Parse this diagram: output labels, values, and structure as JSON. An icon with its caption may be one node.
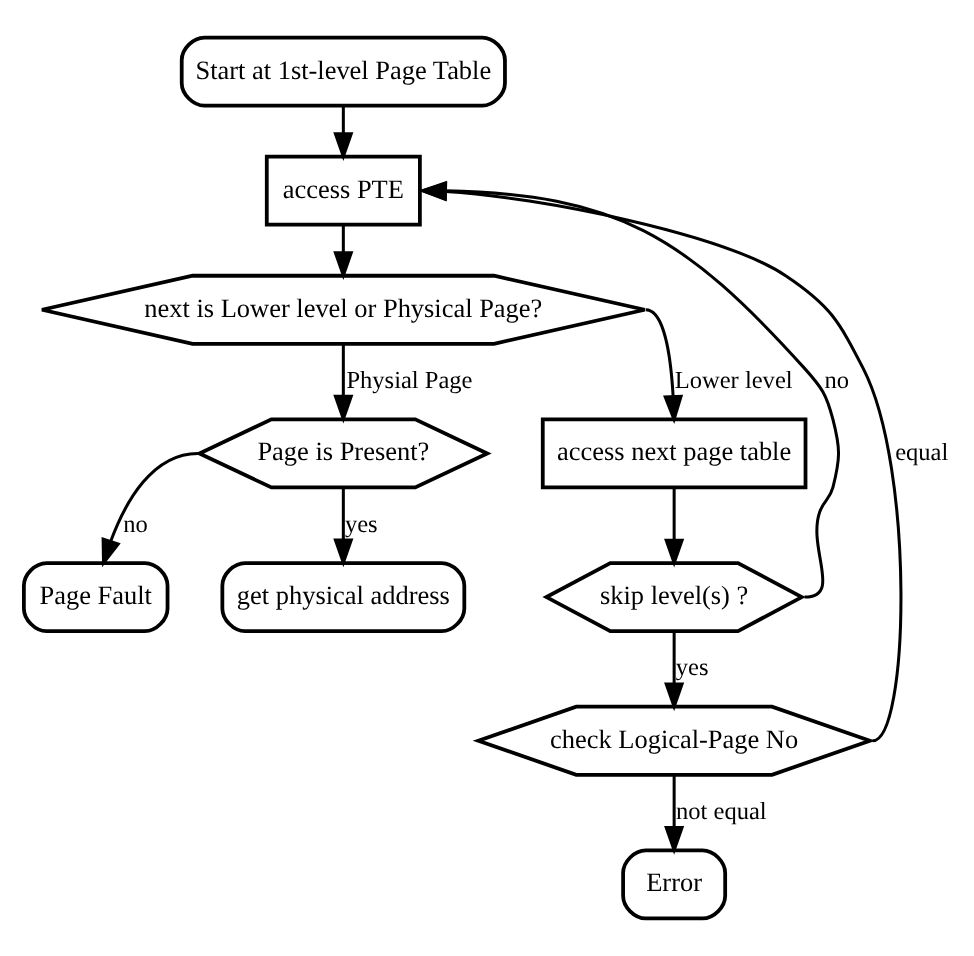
{
  "diagram": {
    "nodes": [
      {
        "text": [
          "Start at 1st-level Page Table"
        ]
      },
      {
        "text": [
          "access PTE"
        ]
      },
      {
        "text": [
          "next is Lower level or Physical Page?"
        ]
      },
      {
        "text": [
          "access next page table"
        ]
      },
      {
        "text": [
          "Page is Present?"
        ]
      },
      {
        "text": [
          "skip level(s) ?"
        ]
      },
      {
        "text": [
          "Page Fault"
        ]
      },
      {
        "text": [
          "check Logical-Page No"
        ]
      },
      {
        "text": [
          "get physical address"
        ]
      },
      {
        "text": [
          "Error"
        ]
      }
    ],
    "edges": [
      {
        "from": 0,
        "to": 1,
        "arrow": "to"
      },
      {
        "from": 1,
        "to": 2,
        "arrow": "to"
      },
      {
        "from": 2,
        "to": 3,
        "arrow": "to",
        "label": "Lower level"
      },
      {
        "from": 2,
        "to": 4,
        "arrow": "to",
        "label": "Physial Page"
      },
      {
        "from": 3,
        "to": 5,
        "arrow": "to"
      },
      {
        "from": 5,
        "to": 1,
        "arrow": "to",
        "label": "no"
      },
      {
        "from": 4,
        "to": 6,
        "arrow": "to",
        "label": "no"
      },
      {
        "from": 4,
        "to": 8,
        "arrow": "to",
        "label": "yes"
      },
      {
        "from": 5,
        "to": 7,
        "arrow": "to",
        "label": "yes"
      },
      {
        "from": 7,
        "to": 1,
        "arrow": "to",
        "label": "equal"
      },
      {
        "from": 7,
        "to": 9,
        "arrow": "to",
        "label": "not equal"
      }
    ]
  }
}
